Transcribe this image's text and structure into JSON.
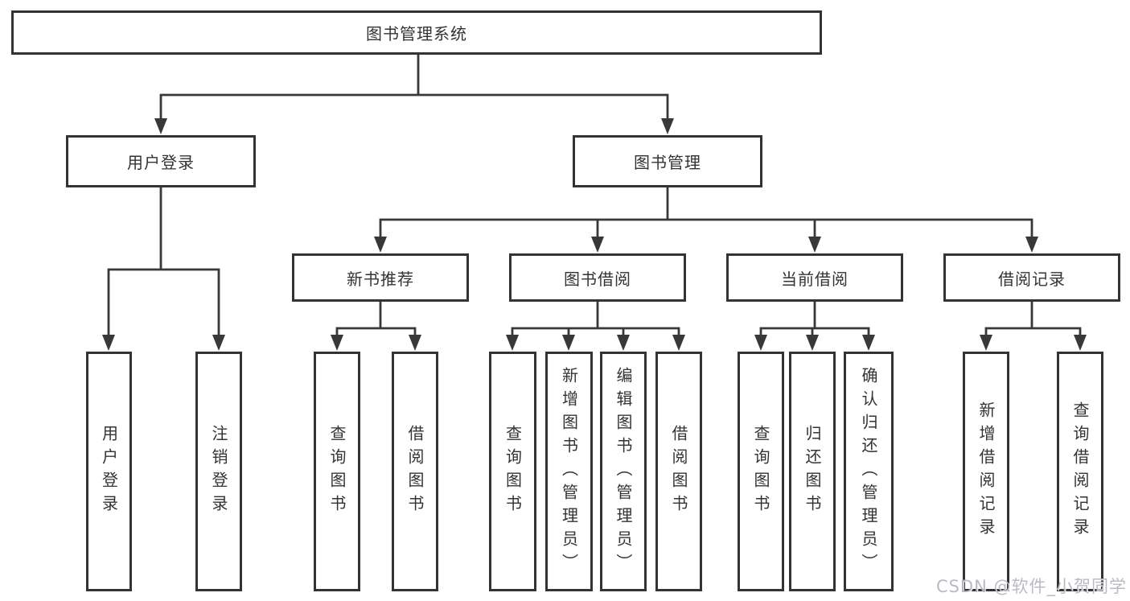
{
  "tree": {
    "root": {
      "label": "图书管理系统"
    },
    "user_login": {
      "label": "用户登录",
      "leaves": [
        {
          "label": "用户登录"
        },
        {
          "label": "注销登录"
        }
      ]
    },
    "book_mgmt": {
      "label": "图书管理"
    },
    "new_books": {
      "label": "新书推荐",
      "leaves": [
        {
          "label": "查询图书"
        },
        {
          "label": "借阅图书"
        }
      ]
    },
    "borrow": {
      "label": "图书借阅",
      "leaves": [
        {
          "label": "查询图书"
        },
        {
          "label": "新增图书（管理员）"
        },
        {
          "label": "编辑图书（管理员）"
        },
        {
          "label": "借阅图书"
        }
      ]
    },
    "current": {
      "label": "当前借阅",
      "leaves": [
        {
          "label": "查询图书"
        },
        {
          "label": "归还图书"
        },
        {
          "label": "确认归还（管理员）"
        }
      ]
    },
    "records": {
      "label": "借阅记录",
      "leaves": [
        {
          "label": "新增借阅记录"
        },
        {
          "label": "查询借阅记录"
        }
      ]
    }
  },
  "watermark": {
    "text": "CSDN @软件_小贺同学"
  },
  "colors": {
    "line": "#383838",
    "box_border": "#333333",
    "text": "#333333",
    "watermark": "#b3b7bd",
    "background": "#ffffff"
  }
}
